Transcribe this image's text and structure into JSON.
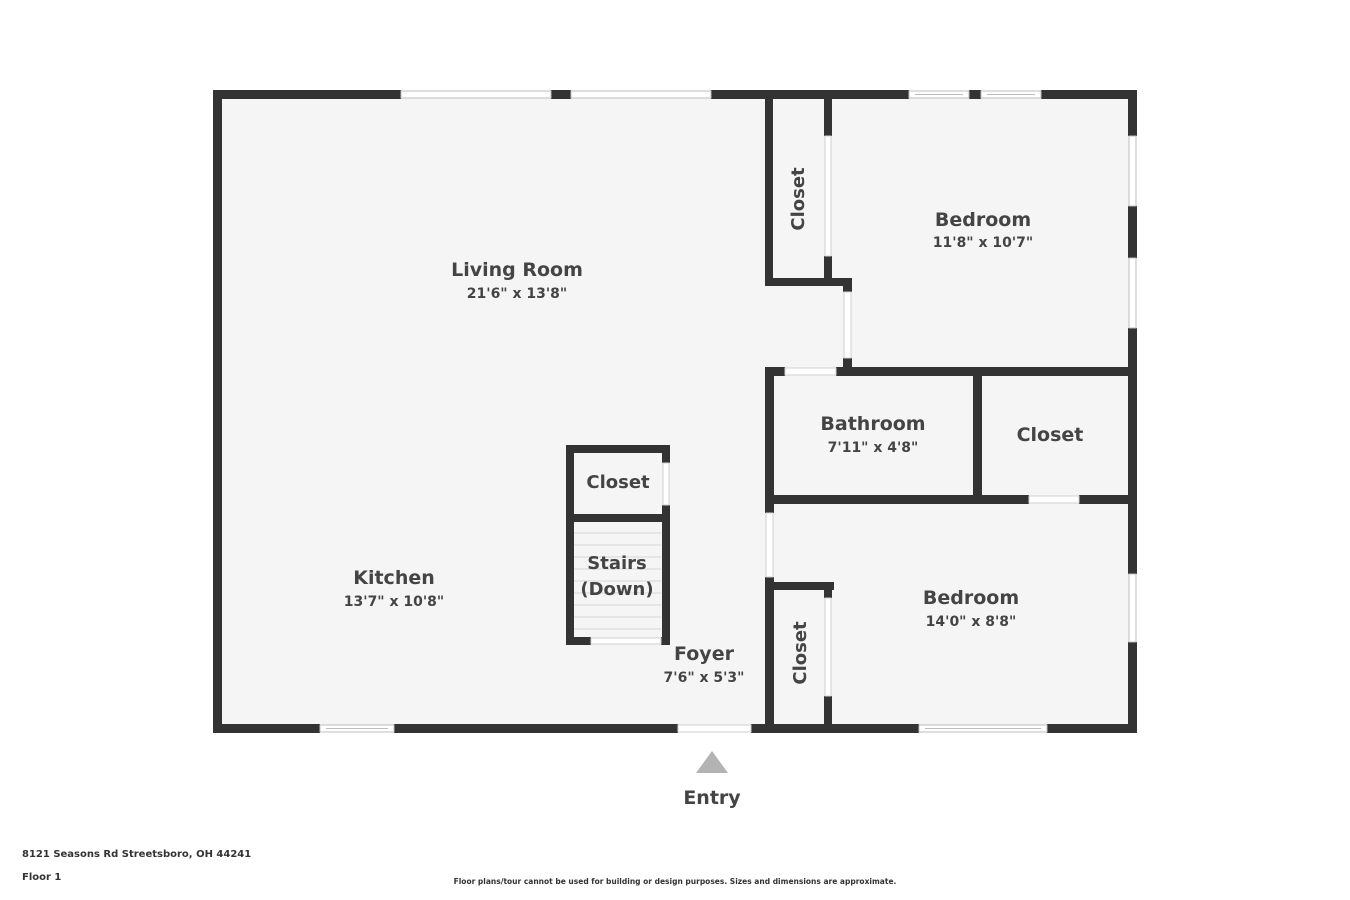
{
  "rooms": {
    "living_room": {
      "name": "Living Room",
      "dims": "21'6\" x 13'8\""
    },
    "kitchen": {
      "name": "Kitchen",
      "dims": "13'7\" x 10'8\""
    },
    "foyer": {
      "name": "Foyer",
      "dims": "7'6\" x 5'3\""
    },
    "bedroom_top": {
      "name": "Bedroom",
      "dims": "11'8\" x 10'7\""
    },
    "bedroom_bottom": {
      "name": "Bedroom",
      "dims": "14'0\" x 8'8\""
    },
    "bathroom": {
      "name": "Bathroom",
      "dims": "7'11\" x 4'8\""
    },
    "closet_right": {
      "name": "Closet"
    },
    "closet_center": {
      "name": "Closet"
    },
    "closet_top_vertical": {
      "name": "Closet"
    },
    "closet_bottom_vertical": {
      "name": "Closet"
    },
    "stairs": {
      "line1": "Stairs",
      "line2": "(Down)"
    }
  },
  "entry": {
    "label": "Entry"
  },
  "footer": {
    "address": "8121 Seasons Rd Streetsboro, OH 44241",
    "floor": "Floor 1",
    "disclaimer": "Floor plans/tour cannot be used for building or design purposes. Sizes and dimensions are approximate."
  },
  "colors": {
    "wall": "#333333",
    "floor": "#f5f5f5",
    "opening": "#ffffff",
    "arrow": "#b3b3b3"
  }
}
